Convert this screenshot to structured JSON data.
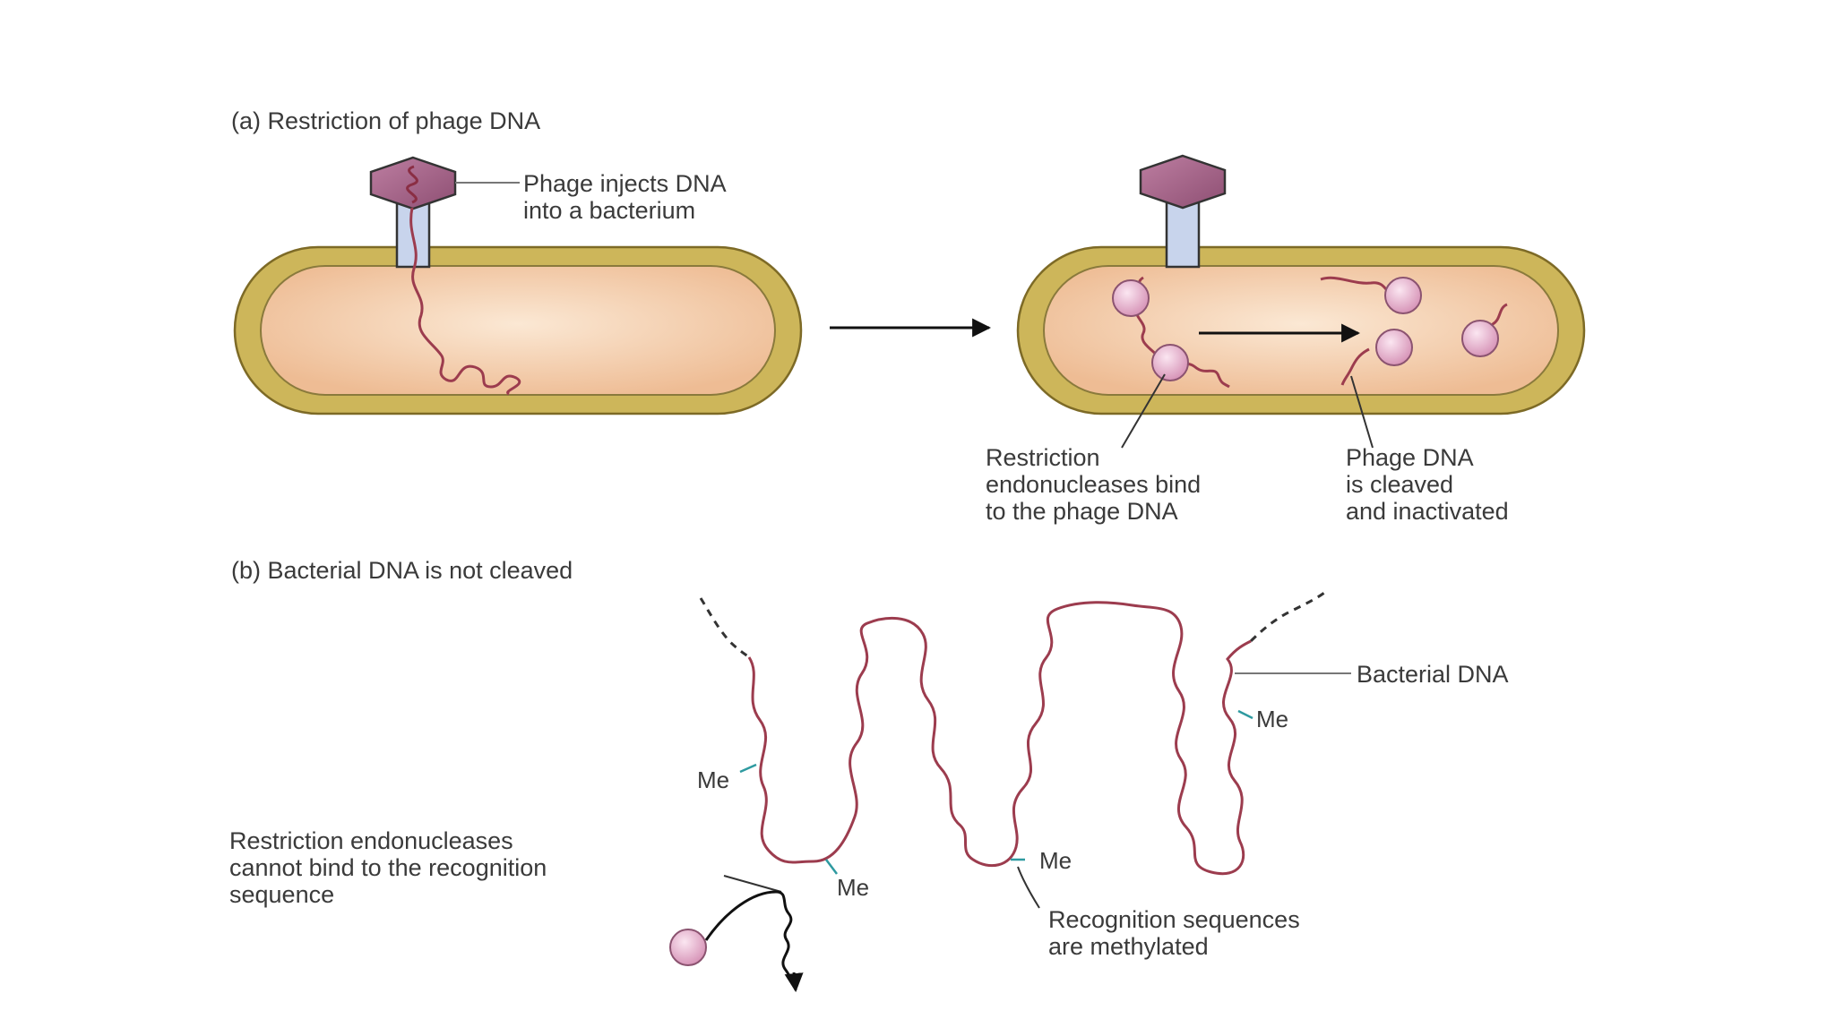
{
  "panel_a": {
    "heading": "(a) Restriction of phage DNA",
    "inject_label": [
      "Phage injects DNA",
      "into a bacterium"
    ],
    "endonuclease_label": [
      "Restriction",
      "endonucleases bind",
      "to the phage DNA"
    ],
    "cleaved_label": [
      "Phage DNA",
      "is cleaved",
      "and inactivated"
    ]
  },
  "panel_b": {
    "heading": "(b) Bacterial DNA is not cleaved",
    "bacterial_dna_label": "Bacterial DNA",
    "methyl_tag": "Me",
    "cannot_bind_label": [
      "Restriction endonucleases",
      "cannot bind to the recognition",
      "sequence"
    ],
    "methylated_label": [
      "Recognition sequences",
      "are methylated"
    ]
  },
  "colors": {
    "cell_wall": "#c9b453",
    "cell_interior": "#f2cda7",
    "phage_head": "#a7668b",
    "phage_tail": "#c5d2ea",
    "dna": "#9c3c4e",
    "enzyme": "#e9b3cf",
    "leader_teal": "#2e9aa0"
  }
}
